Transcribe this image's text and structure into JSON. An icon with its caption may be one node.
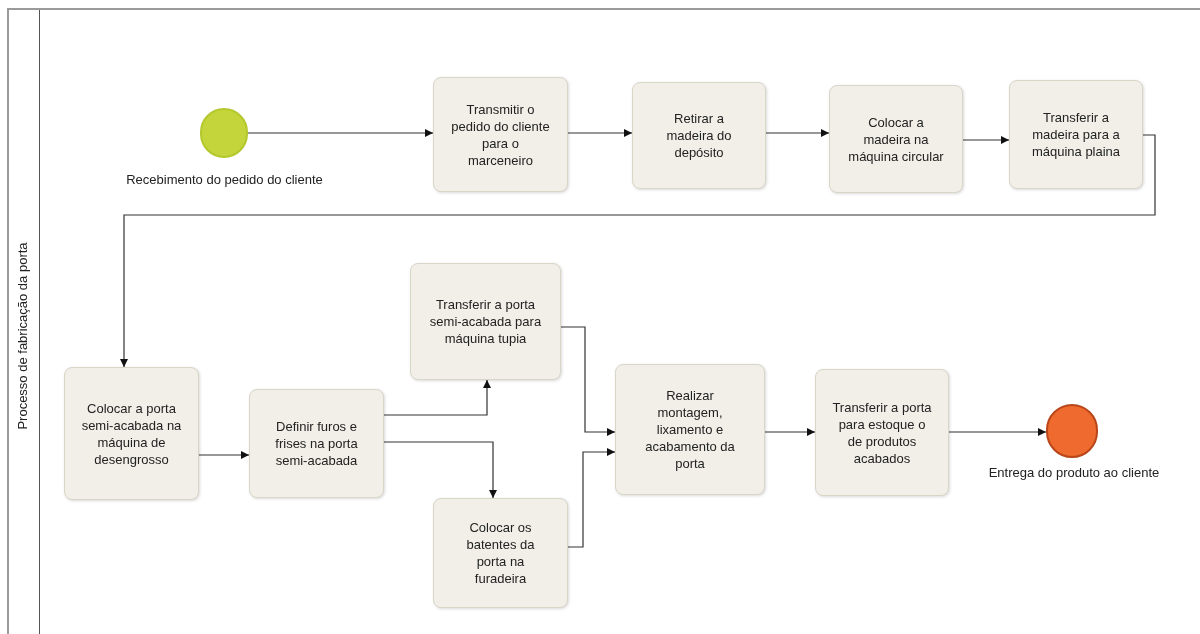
{
  "diagram": {
    "nodes": [
      {
        "text": [
          "Processo de fabricação da porta"
        ]
      },
      {
        "text": [],
        "shape": "circle",
        "in": 0,
        "beside": [
          "Recebimento do pedido do cliente"
        ]
      },
      {
        "text": [
          "Transmitir o pedido do cliente para o marceneiro"
        ],
        "in": 0
      },
      {
        "text": [
          "Retirar a madeira do depósito"
        ],
        "in": 0
      },
      {
        "text": [
          "Colocar a madeira na máquina circular"
        ],
        "in": 0
      },
      {
        "text": [
          "Transferir a madeira para a máquina plaina"
        ],
        "in": 0
      },
      {
        "text": [
          "Colocar a porta semi-acabada na máquina de desengrosso"
        ],
        "in": 0
      },
      {
        "text": [
          "Definir furos e frises na porta semi-acabada"
        ],
        "in": 0
      },
      {
        "text": [
          "Transferir a porta semi-acabada para máquina tupia"
        ],
        "in": 0
      },
      {
        "text": [
          "Colocar os batentes da porta na furadeira"
        ],
        "in": 0
      },
      {
        "text": [
          "Realizar montagem, lixamento e acabamento da porta"
        ],
        "in": 0
      },
      {
        "text": [
          "Transferir a porta para estoque o de produtos acabados"
        ],
        "in": 0
      },
      {
        "text": [],
        "shape": "circle",
        "in": 0,
        "beside": [
          "Entrega do produto ao cliente"
        ]
      }
    ],
    "edges": [
      {
        "from": 1,
        "to": 2,
        "arrow": "to"
      },
      {
        "from": 2,
        "to": 3,
        "arrow": "to"
      },
      {
        "from": 3,
        "to": 4,
        "arrow": "to"
      },
      {
        "from": 4,
        "to": 5,
        "arrow": "to"
      },
      {
        "from": 5,
        "to": 6,
        "arrow": "to"
      },
      {
        "from": 6,
        "to": 7,
        "arrow": "to"
      },
      {
        "from": 7,
        "to": 8,
        "arrow": "to"
      },
      {
        "from": 7,
        "to": 9,
        "arrow": "to"
      },
      {
        "from": 8,
        "to": 10,
        "arrow": "to"
      },
      {
        "from": 9,
        "to": 10,
        "arrow": "to"
      },
      {
        "from": 10,
        "to": 11,
        "arrow": "to"
      },
      {
        "from": 11,
        "to": 12,
        "arrow": "to"
      }
    ]
  }
}
